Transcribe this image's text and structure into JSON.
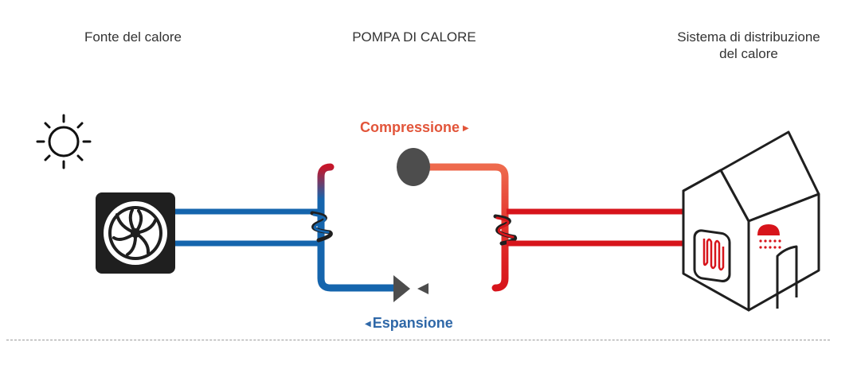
{
  "headings": {
    "source": "Fonte del calore",
    "pump": "POMPA DI CALORE",
    "distribution_line1": "Sistema di distribuzione",
    "distribution_line2": "del calore"
  },
  "phases": {
    "compression": "Compressione",
    "expansion": "Espansione"
  },
  "colors": {
    "cold": "#1565ad",
    "hot": "#d7141b",
    "hot_light": "#ee6a4d",
    "compression_label": "#e2553a",
    "expansion_label": "#2f68a8",
    "dark": "#1f1f1f",
    "compressor": "#4d4d4d"
  },
  "icons": {
    "sun": "sun-icon",
    "fan_unit": "fan-icon",
    "compressor": "compressor-icon",
    "expansion_valve": "expansion-valve-icon",
    "house": "house-icon",
    "radiator": "radiator-icon",
    "shower": "shower-icon"
  }
}
